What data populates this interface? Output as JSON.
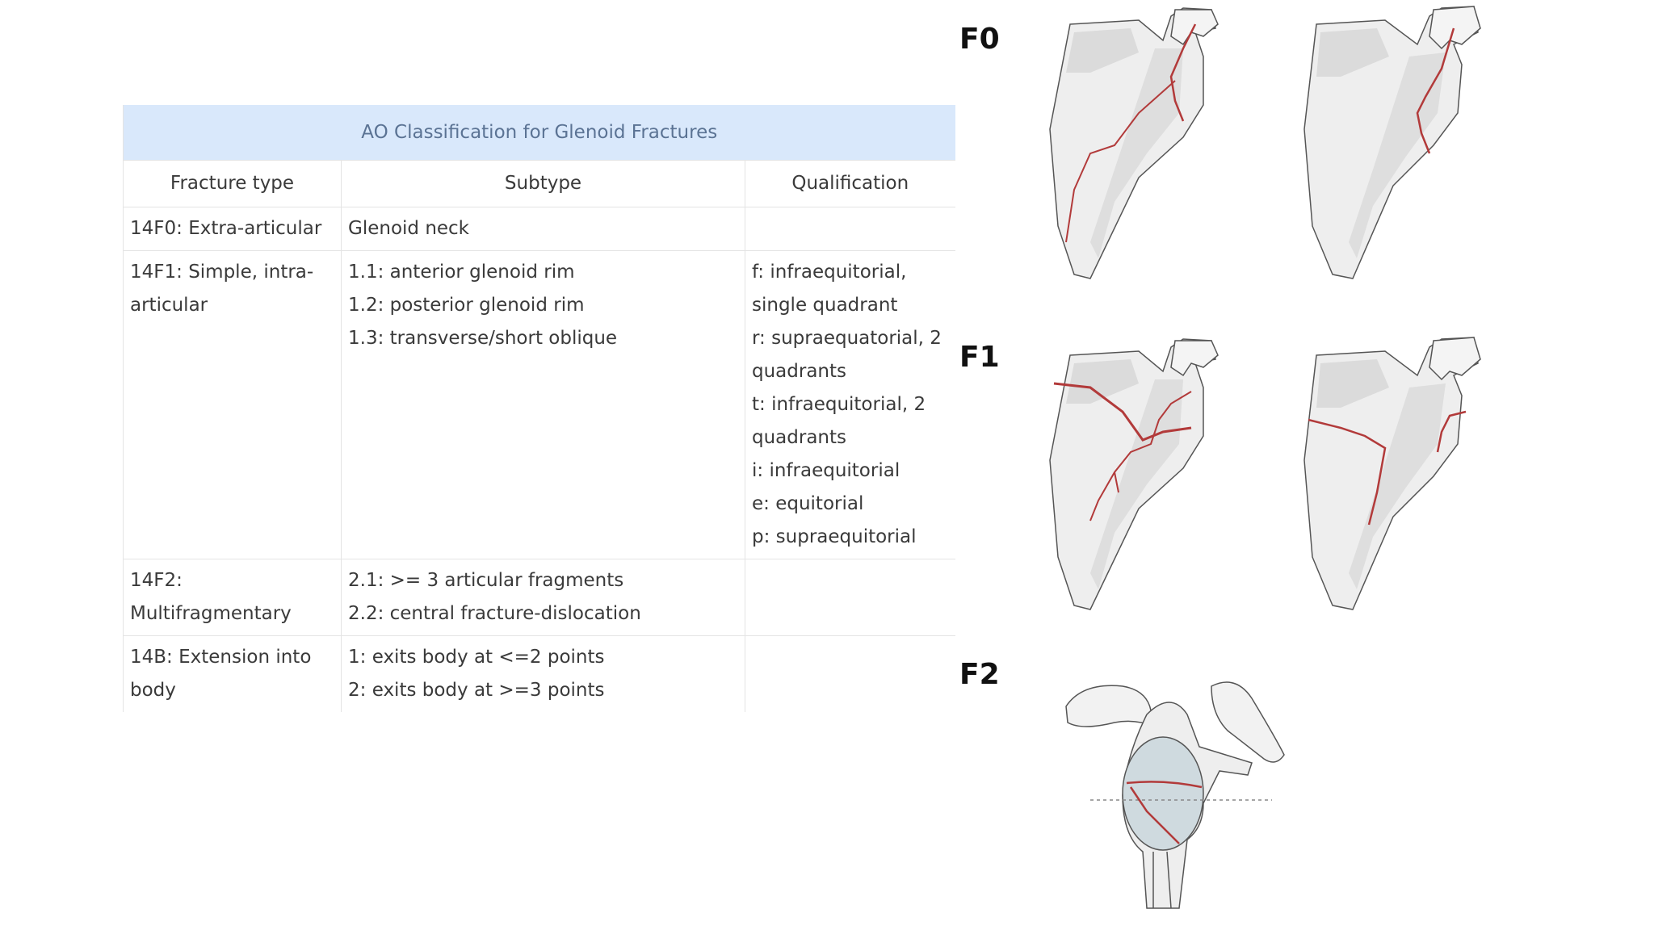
{
  "table": {
    "title": "AO Classification for Glenoid Fractures",
    "headers": [
      "Fracture type",
      "Subtype",
      "Qualification"
    ],
    "rows": [
      {
        "type": [
          "14F0: Extra-articular"
        ],
        "subtype": [
          "Glenoid neck"
        ],
        "qualification": []
      },
      {
        "type": [
          "14F1: Simple, intra-",
          "articular"
        ],
        "subtype": [
          "1.1: anterior glenoid rim",
          "1.2: posterior glenoid rim",
          "1.3: transverse/short oblique"
        ],
        "qualification": [
          "f: infraequitorial,",
          "single quadrant",
          "r: supraequatorial, 2",
          "quadrants",
          "t: infraequitorial, 2",
          "quadrants",
          "i: infraequitorial",
          "e: equitorial",
          "p: supraequitorial"
        ]
      },
      {
        "type": [
          "14F2:",
          "Multifragmentary"
        ],
        "subtype": [
          "2.1: >= 3 articular fragments",
          "2.2: central fracture-dislocation"
        ],
        "qualification": []
      },
      {
        "type": [
          "14B: Extension into",
          "body"
        ],
        "subtype": [
          "1: exits body at <=2 points",
          "2: exits body at >=3 points"
        ],
        "qualification": []
      }
    ]
  },
  "figure_labels": [
    "F0",
    "F1",
    "F2"
  ],
  "colors": {
    "title_bg": "#d9e8fb",
    "title_text": "#5b7394",
    "fracture_line": "#b23a3a",
    "bone_fill": "#eeeeee",
    "bone_shadow": "#d6d6d6",
    "glenoid_fill": "#cfdadf"
  }
}
